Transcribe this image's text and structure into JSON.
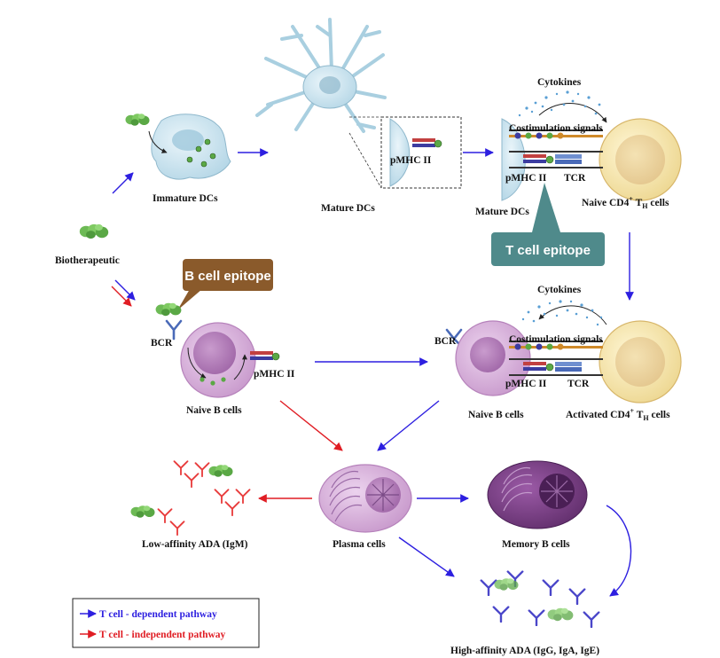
{
  "labels": {
    "biotherapeutic": "Biotherapeutic",
    "immature_dcs": "Immature DCs",
    "mature_dcs_top": "Mature DCs",
    "pmhc_top": "pMHC II",
    "cytokines_top": "Cytokines",
    "costim_top": "Costimulation signals",
    "pmhc_tr": "pMHC II",
    "tcr_tr": "TCR",
    "mature_dcs_right": "Mature DCs",
    "naive_cd4": "Naive CD4",
    "naive_cd4_sup": "+",
    "naive_cd4_th": "T",
    "naive_cd4_sub": "H",
    "naive_cd4_tail": "cells",
    "t_cell_epitope": "T cell epitope",
    "b_cell_epitope": "B cell epitope",
    "bcr_left": "BCR",
    "pmhc_left": "pMHC II",
    "naive_b_left": "Naive B cells",
    "cytokines_mid": "Cytokines",
    "costim_mid": "Costimulation signals",
    "bcr_right": "BCR",
    "pmhc_mid": "pMHC II",
    "tcr_mid": "TCR",
    "naive_b_right": "Naive B cells",
    "activated_cd4": "Activated CD4",
    "activated_cd4_sup": "+",
    "activated_cd4_th": "T",
    "activated_cd4_sub": "H",
    "activated_cd4_tail": "cells",
    "low_affinity": "Low-affinity ADA (IgM)",
    "plasma_cells": "Plasma cells",
    "memory_b": "Memory B cells",
    "high_affinity": "High-affinity ADA (IgG, IgA, IgE)"
  },
  "legend": {
    "dependent": "T cell - dependent pathway",
    "independent": "T cell - independent pathway"
  },
  "colors": {
    "dependent": "#2d1fe0",
    "independent": "#e01d24",
    "t_epitope_box": "#4f8a8b",
    "b_epitope_box": "#8a5a2b",
    "dc": "#c9e3ee",
    "bcell": "#d9b4dc",
    "th": "#f3e3a8",
    "memory": "#7a3f86",
    "antibody_red": "#e83c3c",
    "antibody_blue": "#4a46c9",
    "drug": "#6dba55"
  }
}
